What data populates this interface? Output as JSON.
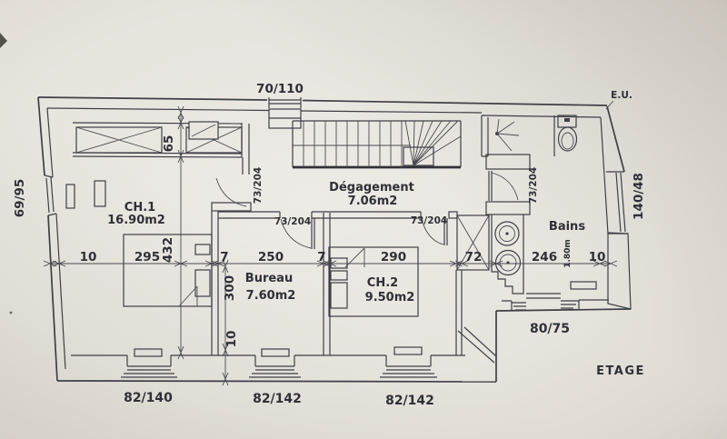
{
  "floor_plan": {
    "title": "ETAGE",
    "rooms": [
      {
        "name": "CH.1",
        "area": "16.90m2"
      },
      {
        "name": "Dégagement",
        "area": "7.06m2"
      },
      {
        "name": "Bureau",
        "area": "7.60m2"
      },
      {
        "name": "CH.2",
        "area": "9.50m2"
      },
      {
        "name": "Bains",
        "area": ""
      }
    ],
    "windows": {
      "top": "70/110",
      "left": "69/95",
      "right": "140/48",
      "bains_south": "80/75",
      "bottom_1": "82/140",
      "bottom_2": "82/142",
      "bottom_3": "82/142"
    },
    "doors": {
      "ch1": "73/204",
      "bureau": "73/204",
      "ch2": "73/204",
      "bains": "73/204"
    },
    "annotations": {
      "waste_pipe": "E.U."
    },
    "dims": {
      "wall_left": "10",
      "ch1_width": "295",
      "ch1_depth": "432",
      "closet_depth": "65",
      "partition_a": "7",
      "bureau_width": "250",
      "bureau_depth": "300",
      "partition_b": "7",
      "ch2_width": "290",
      "passage": "72",
      "bains_width": "246",
      "height_mark": "1.80m",
      "wall_right": "10",
      "wall_bottom": "10"
    }
  }
}
